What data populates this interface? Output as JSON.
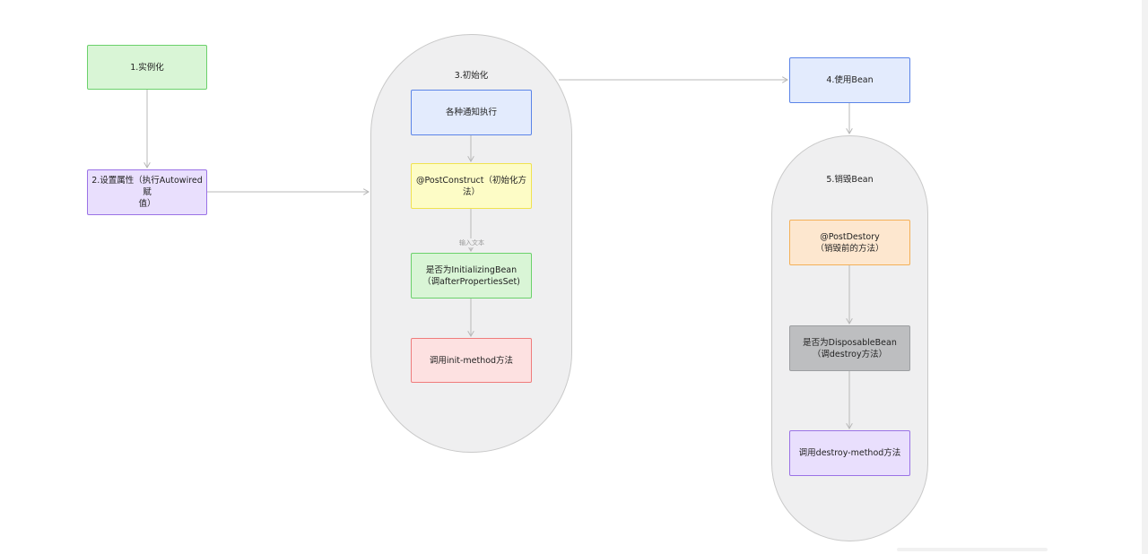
{
  "diagram": {
    "nodes": {
      "instantiate": "1.实例化",
      "set_props_line1": "2.设置属性（执行Autowired赋",
      "set_props_line2": "值）",
      "notify": "各种通知执行",
      "post_construct": "@PostConstruct（初始化方法）",
      "initializing_line1": "是否为InitializingBean",
      "initializing_line2": "（调afterPropertiesSet)",
      "init_method": "调用init-method方法",
      "use_bean": "4.使用Bean",
      "post_destroy_line1": "@PostDestory",
      "post_destroy_line2": "（销毁前的方法）",
      "disposable_line1": "是否为DisposableBean",
      "disposable_line2": "（调destroy方法）",
      "destroy_method": "调用destroy-method方法"
    },
    "lanes": {
      "init_title": "3.初始化",
      "destroy_title": "5.销毁Bean"
    },
    "edge_labels": {
      "input_text": "输入文本"
    },
    "colors": {
      "green": "#d9f5d6",
      "purple": "#e9dffd",
      "blue": "#e3ebfd",
      "yellow": "#fdfcc6",
      "red": "#fde1e1",
      "orange": "#fde7cf",
      "gray": "#bdbec0",
      "lane": "#efeff0",
      "connector": "#b8b8b8"
    }
  }
}
